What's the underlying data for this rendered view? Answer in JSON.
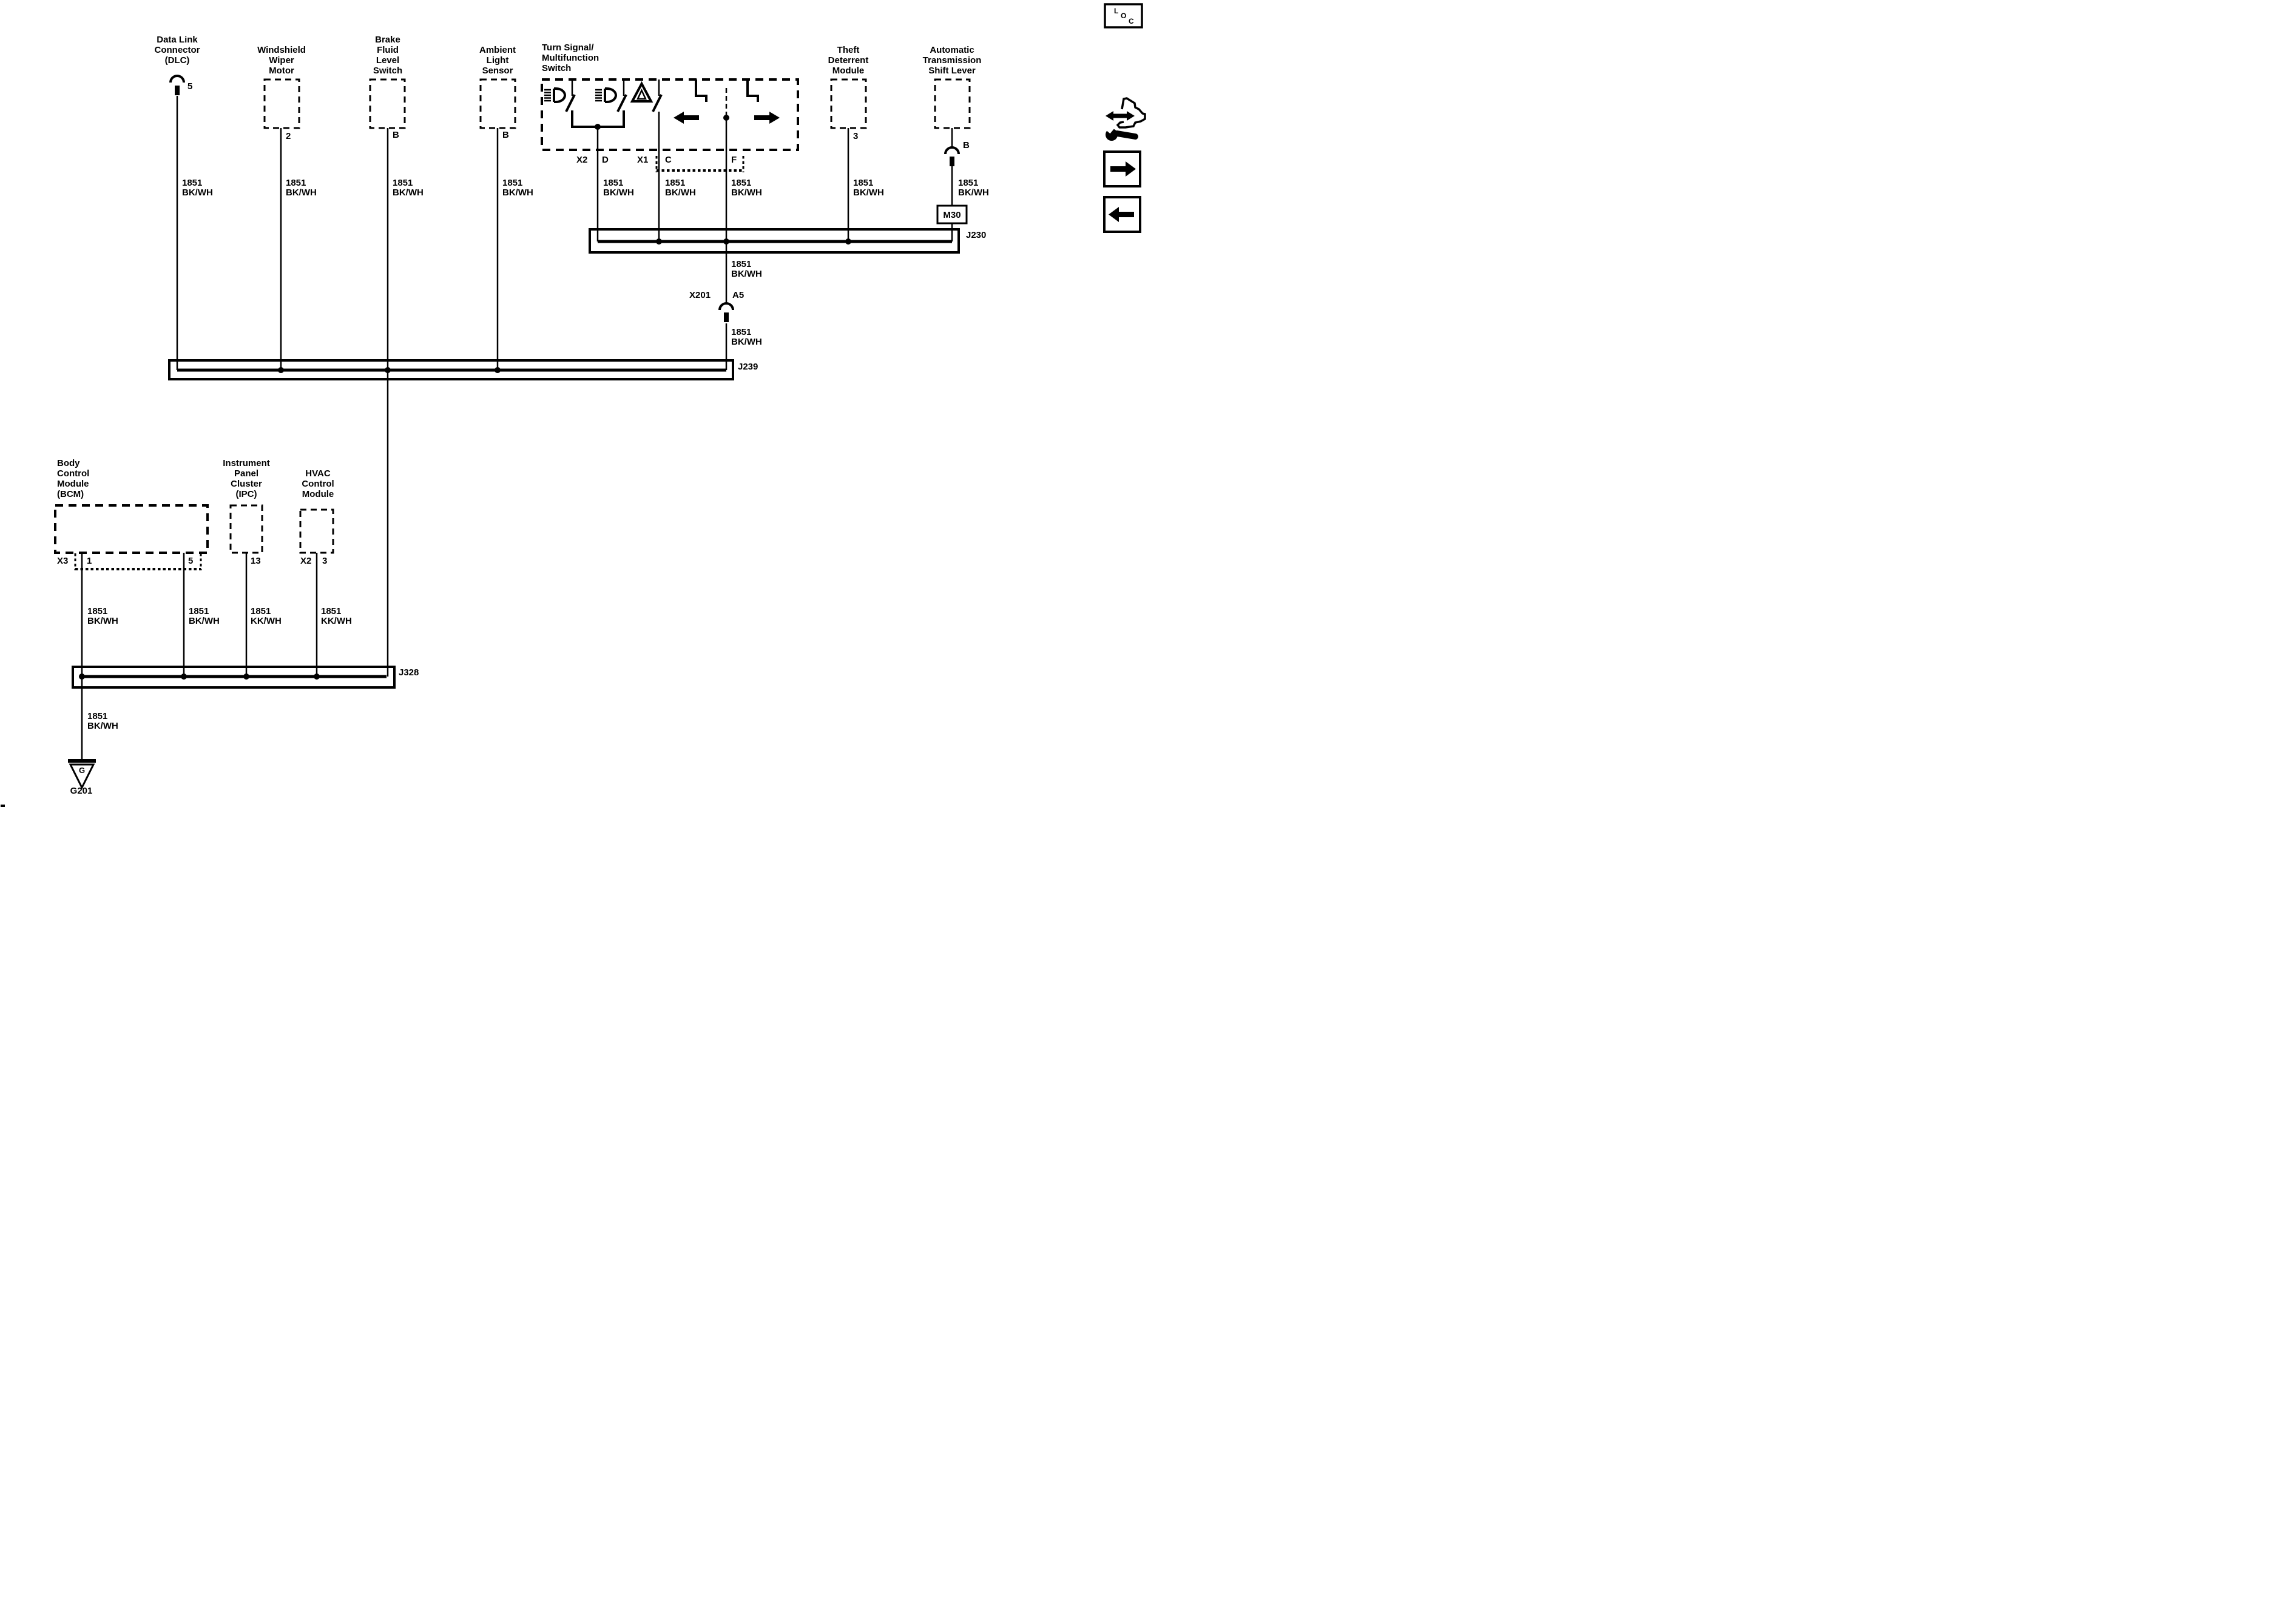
{
  "labels": {
    "circuit": "1851",
    "color_bkwh": "BK/WH",
    "color_kkwh": "KK/WH"
  },
  "junctions": {
    "j230": "J230",
    "j239": "J239",
    "j328": "J328"
  },
  "corner_code": {
    "l": "L",
    "o": "O",
    "c": "C"
  },
  "components": {
    "dlc": {
      "lines": [
        "Data Link",
        "Connector",
        "(DLC)"
      ],
      "pin": "5"
    },
    "wiper": {
      "lines": [
        "Windshield",
        "Wiper",
        "Motor"
      ],
      "pin": "2"
    },
    "brake": {
      "lines": [
        "Brake",
        "Fluid",
        "Level",
        "Switch"
      ],
      "pin": "B"
    },
    "ambient": {
      "lines": [
        "Ambient",
        "Light",
        "Sensor"
      ],
      "pin": "B"
    },
    "ts": {
      "lines": [
        "Turn Signal/",
        "Multifunction",
        "Switch"
      ],
      "conn_x2": "X2",
      "pin_d": "D",
      "conn_x1": "X1",
      "pin_c": "C",
      "pin_f": "F"
    },
    "theft": {
      "lines": [
        "Theft",
        "Deterrent",
        "Module"
      ],
      "pin": "3"
    },
    "shift": {
      "lines": [
        "Automatic",
        "Transmission",
        "Shift Lever"
      ],
      "pin": "B"
    },
    "bcm": {
      "lines": [
        "Body",
        "Control",
        "Module",
        "(BCM)"
      ],
      "conn": "X3",
      "pin1": "1",
      "pin5": "5"
    },
    "ipc": {
      "lines": [
        "Instrument",
        "Panel",
        "Cluster",
        "(IPC)"
      ],
      "pin": "13"
    },
    "hvac": {
      "lines": [
        "HVAC",
        "Control",
        "Module"
      ],
      "conn": "X2",
      "pin": "3"
    }
  },
  "inline_connectors": {
    "x201": {
      "name": "X201",
      "pin": "A5"
    },
    "m30": "M30"
  },
  "ground": {
    "symbol": "G",
    "name": "G201"
  },
  "ink": "#000000"
}
